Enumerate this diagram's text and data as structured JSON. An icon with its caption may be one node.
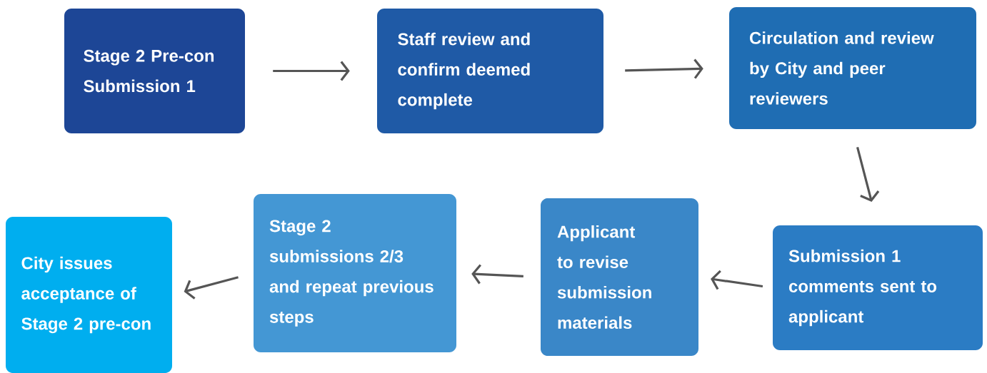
{
  "diagram": {
    "nodes": [
      {
        "text": [
          "Stage 2 Pre-con Submission 1"
        ]
      },
      {
        "text": [
          "Staff review and confirm deemed complete"
        ]
      },
      {
        "text": [
          "Circulation and review by City and peer reviewers"
        ]
      },
      {
        "text": [
          "Submission 1 comments sent to applicant"
        ]
      },
      {
        "text": [
          "Applicant to revise submission materials"
        ]
      },
      {
        "text": [
          "Stage 2 submissions 2/3 and repeat previous steps"
        ]
      },
      {
        "text": [
          "City issues acceptance of Stage 2 pre-con"
        ]
      }
    ],
    "edges": [
      {
        "from": 0,
        "to": 1,
        "arrow": "to"
      },
      {
        "from": 1,
        "to": 2,
        "arrow": "to"
      },
      {
        "from": 2,
        "to": 3,
        "arrow": "to"
      },
      {
        "from": 3,
        "to": 4,
        "arrow": "to"
      },
      {
        "from": 4,
        "to": 5,
        "arrow": "to"
      },
      {
        "from": 5,
        "to": 6,
        "arrow": "to"
      }
    ]
  }
}
